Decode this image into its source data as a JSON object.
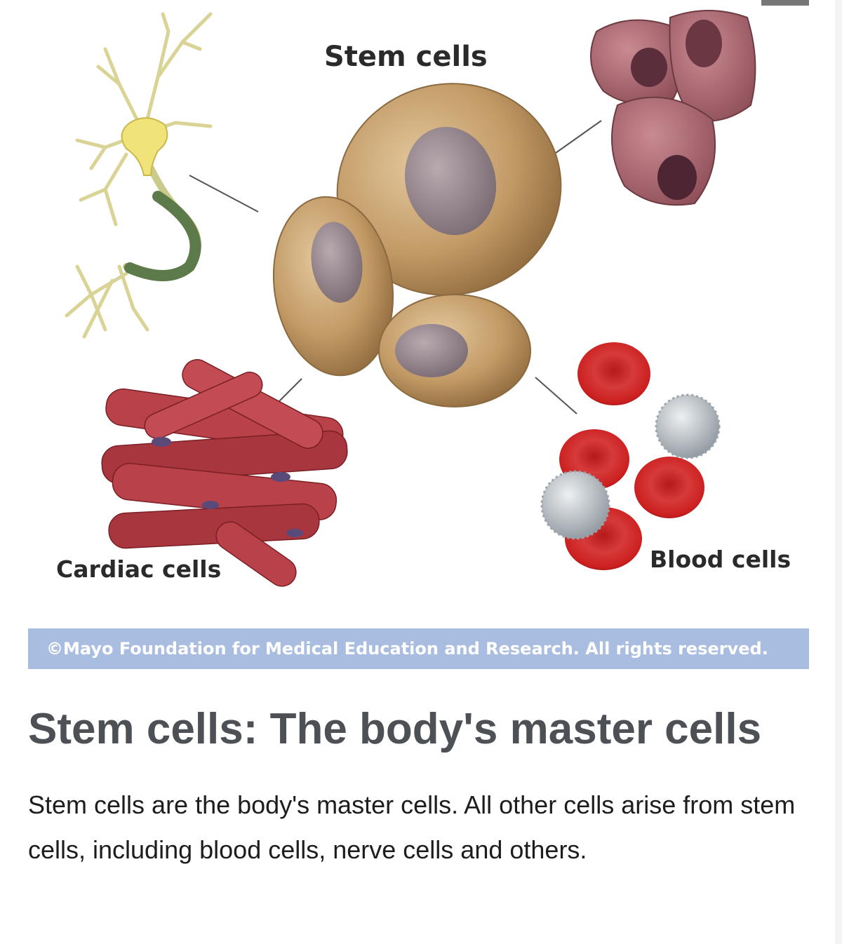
{
  "figure": {
    "labels": {
      "stem": "Stem cells",
      "cardiac": "Cardiac cells",
      "blood": "Blood cells"
    },
    "copyright": "©Mayo Foundation for Medical Education and Research.  All rights reserved."
  },
  "article": {
    "title": "Stem cells: The body's master cells",
    "description": "Stem cells are the body's master cells. All other cells arise from stem cells, including blood cells, nerve cells and others."
  }
}
